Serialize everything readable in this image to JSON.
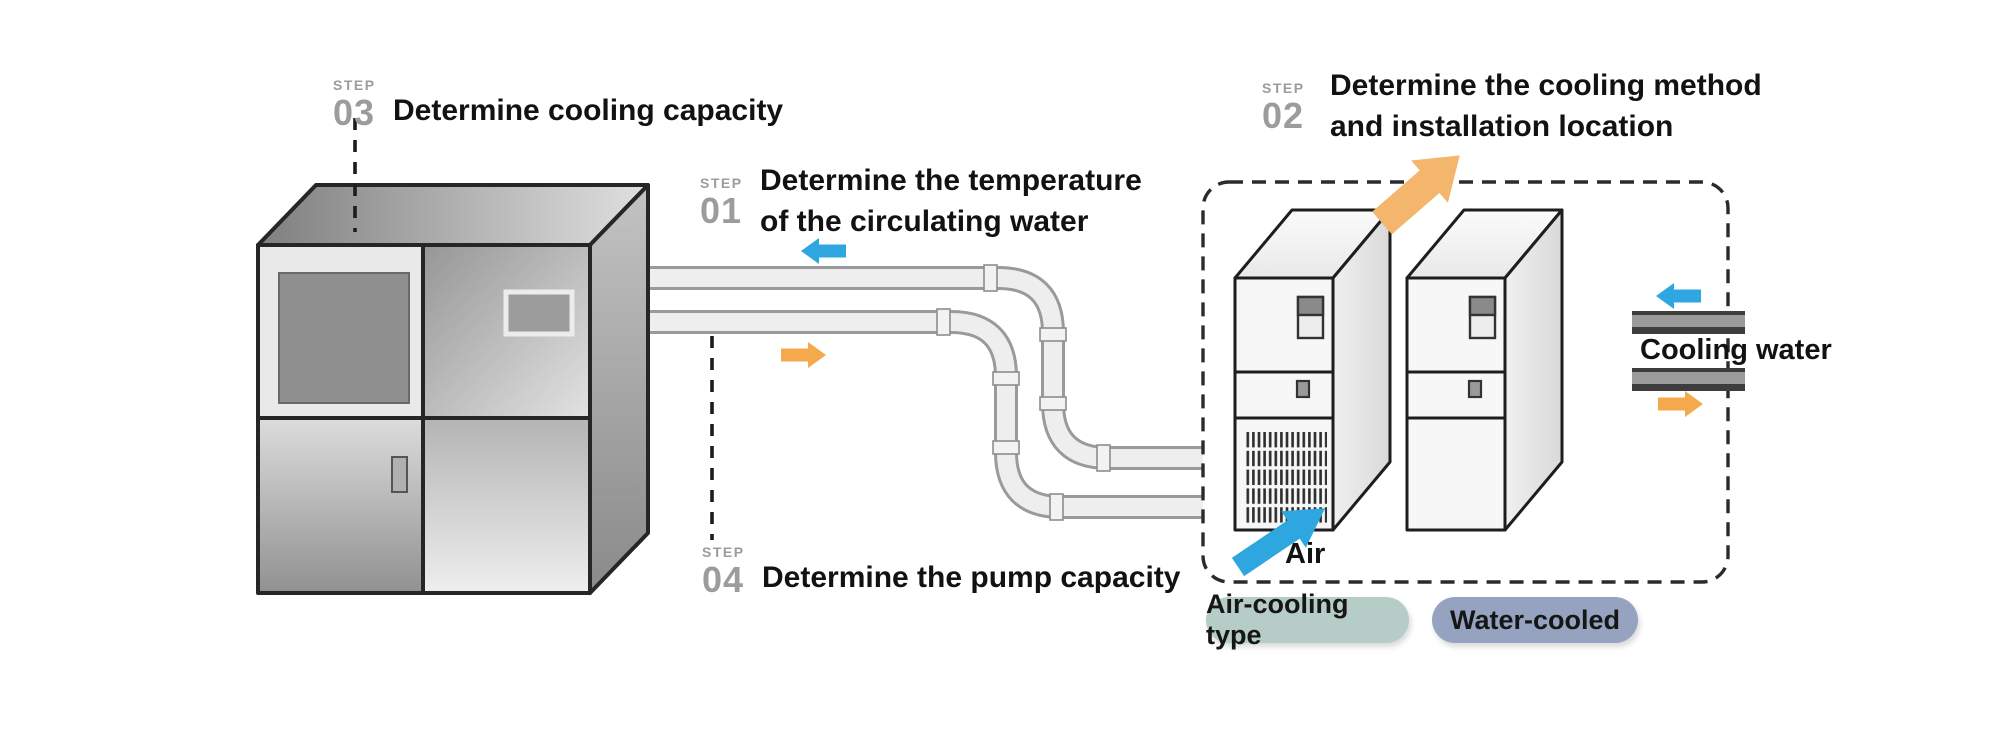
{
  "title": "Cooling system selection steps diagram",
  "colors": {
    "arrow_blue": "#2ea7e0",
    "arrow_orange": "#f4a94d",
    "arrow_orange_big": "#f4b66d",
    "step_gray": "#9c9c9c",
    "text_dark": "#121212",
    "pill_air_bg": "#b5cdc6",
    "pill_water_bg": "#95a2c0",
    "dash_line": "#2b2b2b"
  },
  "steps": {
    "step01": {
      "label": "STEP",
      "number": "01",
      "line1": "Determine the temperature",
      "line2": "of the circulating water"
    },
    "step02": {
      "label": "STEP",
      "number": "02",
      "line1": "Determine the cooling method",
      "line2": "and installation location"
    },
    "step03": {
      "label": "STEP",
      "number": "03",
      "line1": "Determine cooling capacity"
    },
    "step04": {
      "label": "STEP",
      "number": "04",
      "line1": "Determine the pump capacity"
    }
  },
  "labels": {
    "cooling_water": "Cooling water",
    "air": "Air"
  },
  "pills": {
    "air_cooling": {
      "label": "Air-cooling type"
    },
    "water_cooled": {
      "label": "Water-cooled"
    }
  },
  "icons": {
    "arrow_blue_left_circulating": "←",
    "arrow_orange_right_supply": "→",
    "arrow_blue_left_cooling_water": "←",
    "arrow_orange_right_cooling_water": "→",
    "arrow_orange_up_exhaust": "↗",
    "arrow_blue_air_intake": "↗"
  }
}
